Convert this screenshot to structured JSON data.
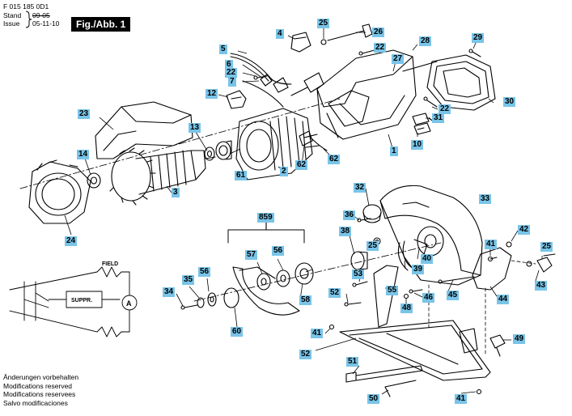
{
  "header": {
    "doc_number": "F 015 185 0D1",
    "stand_label": "Stand",
    "issue_label": "Issue",
    "old_date": "09-05",
    "issue_date": "05-11-10",
    "figure_title": "Fig./Abb. 1"
  },
  "notes": [
    "Änderungen vorbehalten",
    "Modifications reserved",
    "Modifications reservees",
    "Salvo modificaciones"
  ],
  "schematic": {
    "field_label": "FIELD",
    "suppr_label": "SUPPR.",
    "ammeter_label": "A"
  },
  "parts": {
    "p1": "1",
    "p2": "2",
    "p3": "3",
    "p4": "4",
    "p5": "5",
    "p6": "6",
    "p7": "7",
    "p10": "10",
    "p12": "12",
    "p13": "13",
    "p14": "14",
    "p22a": "22",
    "p22b": "22",
    "p22c": "22",
    "p23": "23",
    "p24": "24",
    "p25a": "25",
    "p25b": "25",
    "p25c": "25",
    "p26": "26",
    "p27": "27",
    "p28": "28",
    "p29": "29",
    "p30": "30",
    "p31": "31",
    "p32": "32",
    "p33": "33",
    "p34": "34",
    "p35": "35",
    "p36": "36",
    "p38": "38",
    "p39": "39",
    "p40": "40",
    "p41a": "41",
    "p41b": "41",
    "p41c": "41",
    "p42": "42",
    "p43": "43",
    "p44": "44",
    "p45": "45",
    "p46": "46",
    "p48": "48",
    "p49": "49",
    "p50": "50",
    "p51": "51",
    "p52a": "52",
    "p52b": "52",
    "p53": "53",
    "p55": "55",
    "p56a": "56",
    "p56b": "56",
    "p57": "57",
    "p58": "58",
    "p60": "60",
    "p61": "61",
    "p62a": "62",
    "p62b": "62",
    "p859": "859"
  },
  "colors": {
    "label_bg": "#79c4e8",
    "line": "#000000",
    "paper": "#ffffff"
  }
}
